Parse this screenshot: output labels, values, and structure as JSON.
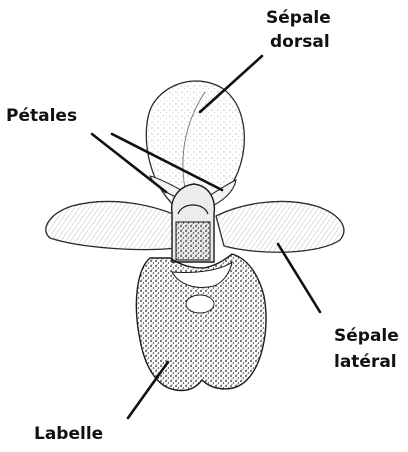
{
  "diagram": {
    "labels": {
      "sepale_dorsal": [
        "Sépale",
        "dorsal"
      ],
      "petales": "Pétales",
      "sepale_lateral": [
        "Sépale",
        "latéral"
      ],
      "labelle": "Labelle"
    }
  },
  "colors": {
    "ink": "#1a1a1a",
    "outline": "#2b2b2b",
    "stipple": "#3a3a3a",
    "background": "#ffffff"
  }
}
